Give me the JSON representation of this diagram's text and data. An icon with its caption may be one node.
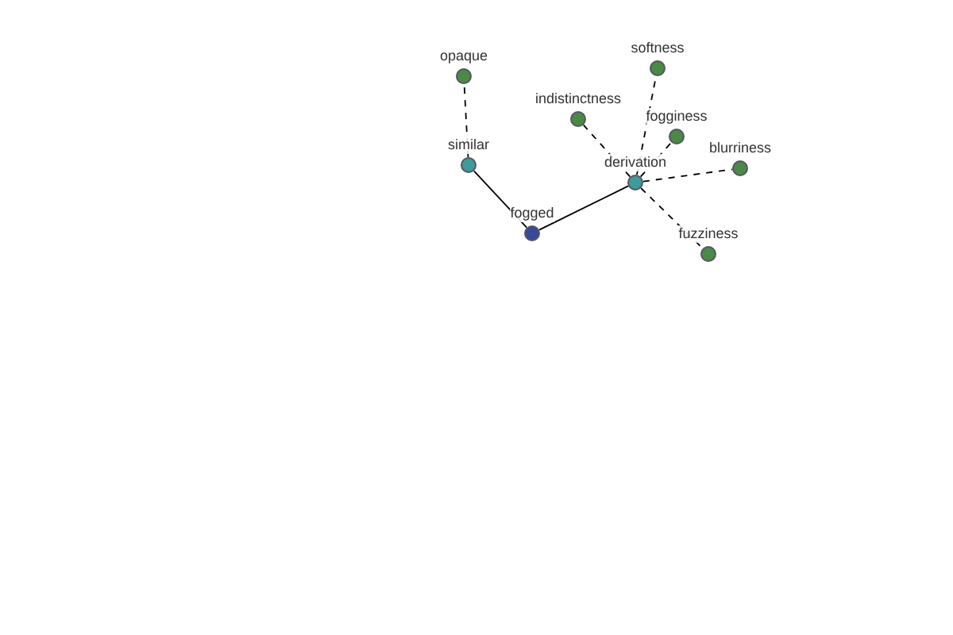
{
  "diagram": {
    "nodes": [
      {
        "text": [
          "opaque"
        ]
      },
      {
        "text": [
          "softness"
        ]
      },
      {
        "text": [
          "indistinctness"
        ]
      },
      {
        "text": [
          "fogginess"
        ]
      },
      {
        "text": [
          "similar"
        ]
      },
      {
        "text": [
          "derivation"
        ]
      },
      {
        "text": [
          "blurriness"
        ]
      },
      {
        "text": [
          "fogged"
        ]
      },
      {
        "text": [
          "fuzziness"
        ]
      }
    ],
    "edges": [
      {
        "from": 7,
        "to": 4,
        "arrow": "none"
      },
      {
        "from": 7,
        "to": 5,
        "arrow": "none"
      },
      {
        "from": 4,
        "to": 0,
        "arrow": "none",
        "style": "dashed"
      },
      {
        "from": 5,
        "to": 2,
        "arrow": "none",
        "style": "dashed"
      },
      {
        "from": 5,
        "to": 1,
        "arrow": "none",
        "style": "dashed"
      },
      {
        "from": 5,
        "to": 3,
        "arrow": "none",
        "style": "dashed"
      },
      {
        "from": 5,
        "to": 6,
        "arrow": "none",
        "style": "dashed"
      },
      {
        "from": 5,
        "to": 8,
        "arrow": "none",
        "style": "dashed"
      }
    ]
  }
}
